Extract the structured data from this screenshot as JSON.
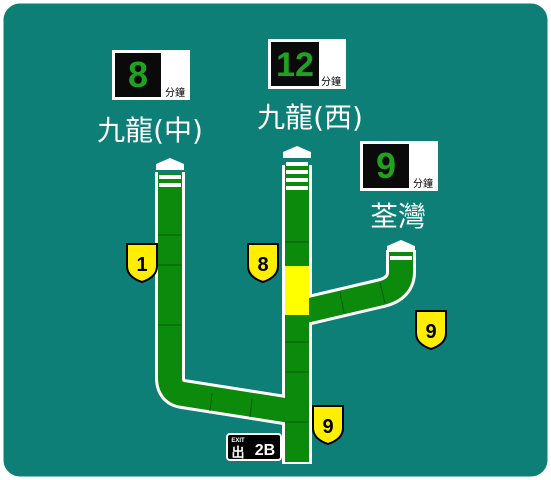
{
  "colors": {
    "background": "#0e7f77",
    "border": "#ffffff",
    "road_green": "#0b8a0b",
    "road_yellow": "#ffff00",
    "shield_yellow": "#ffee00",
    "timer_bg": "#0a0a0a",
    "timer_digit": "#1fa31f"
  },
  "destinations": [
    {
      "name": "九龍(中)",
      "minutes": "8",
      "unit": "分鐘",
      "route": "1"
    },
    {
      "name": "九龍(西)",
      "minutes": "12",
      "unit": "分鐘",
      "route": "8"
    },
    {
      "name": "荃灣",
      "minutes": "9",
      "unit": "分鐘",
      "route": "9"
    }
  ],
  "current_route": "9",
  "exit": {
    "tag": "EXIT",
    "char": "出",
    "number": "2B"
  }
}
